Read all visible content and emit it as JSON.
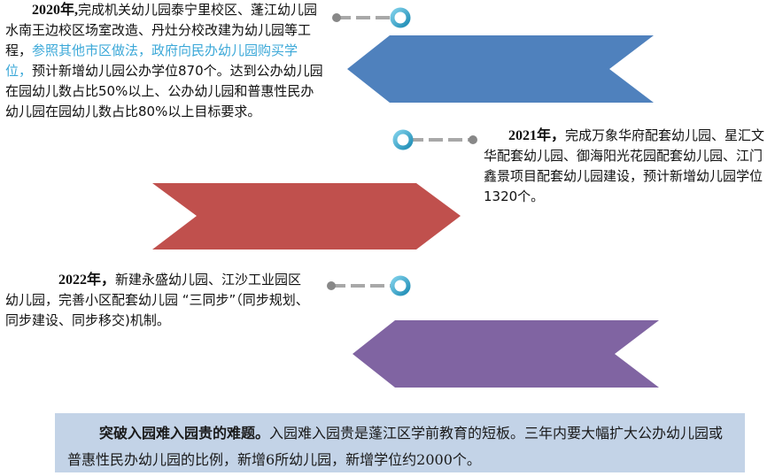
{
  "block2020": {
    "year": "2020年,",
    "text_a": "完成机关幼儿园泰宁里校区、蓬江幼儿园水南王边校区场室改造、丹灶分校改建为幼儿园等工程，",
    "highlight": "参照其他市区做法，政府向民办幼儿园购买学位，",
    "text_b": "预计新增幼儿园公办学位870个。达到公办幼儿园在园幼儿数占比50%以上、公办幼儿园和普惠性民办幼儿园在园幼儿数占比80%以上目标要求。"
  },
  "block2021": {
    "year": "2021年，",
    "text": "完成万象华府配套幼儿园、星汇文华配套幼儿园、御海阳光花园配套幼儿园、江门鑫景项目配套幼儿园建设，预计新增幼儿园学位 1320个。"
  },
  "block2022": {
    "year": "2022年，",
    "text": "新建永盛幼儿园、江沙工业园区幼儿园，完善小区配套幼儿园 “三同步”（同步规划、同步建设、同步移交)机制。"
  },
  "summary": {
    "bold": "突破入园难入园贵的难题。",
    "text": "入园难入园贵是蓬江区学前教育的短板。三年内要大幅扩大公办幼儿园或普惠性民办幼儿园的比例，新增6所幼儿园，新增学位约2000个。"
  },
  "colors": {
    "blue_arrow": "#4f81bd",
    "red_arrow": "#c0504d",
    "purple_arrow": "#8064a2",
    "connector_ring": "#31a3c8",
    "summary_bg": "#c3d3e7"
  }
}
